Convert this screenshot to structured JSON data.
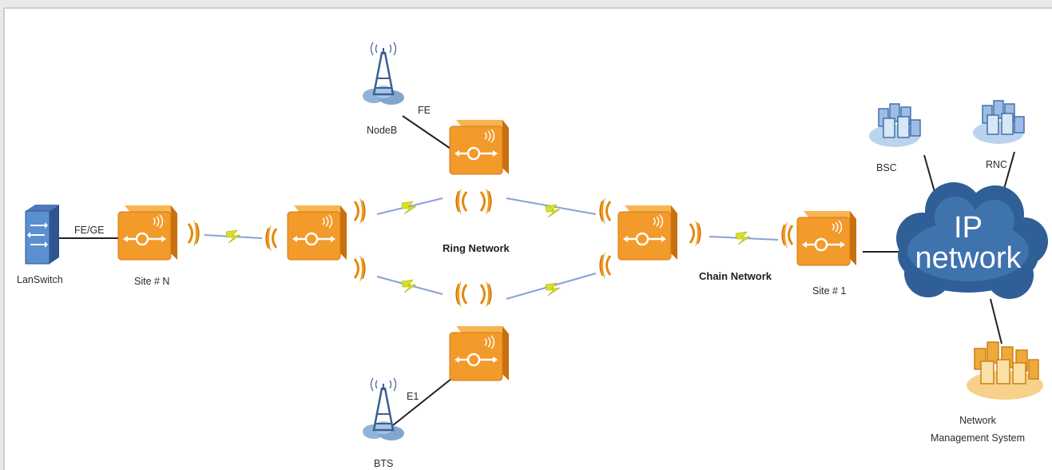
{
  "labels": {
    "nodeb": "NodeB",
    "fe": "FE",
    "fe_ge": "FE/GE",
    "lanswitch": "LanSwitch",
    "site_n": "Site # N",
    "ring_network": "Ring Network",
    "chain_network": "Chain Network",
    "site_1": "Site # 1",
    "e1": "E1",
    "bts": "BTS",
    "bsc": "BSC",
    "rnc": "RNC",
    "ip_line1": "IP",
    "ip_line2": "network",
    "nms_line1": "Network",
    "nms_line2": "Management System"
  },
  "colors": {
    "device_orange": "#f39a2a",
    "device_orange_dark": "#d97a12",
    "cloud_blue": "#3b6aa0",
    "server_blue": "#8fb4e0",
    "antenna_gold": "#f0a020",
    "radio_link": "#8fa0d8",
    "bolt": "#d8e020",
    "nms_gold": "#f2b640"
  },
  "icons": {
    "lanswitch": "switch-icon",
    "device": "microwave-router-icon",
    "antenna": "microwave-antenna-icon",
    "tower": "cell-tower-icon",
    "server": "server-cluster-icon",
    "cloud": "cloud-icon",
    "link": "lightning-bolt-icon"
  }
}
